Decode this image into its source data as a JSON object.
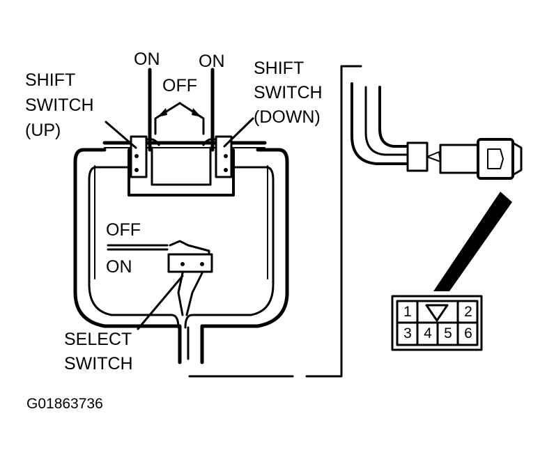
{
  "labels": {
    "on_left": "ON",
    "on_right": "ON",
    "off_top": "OFF",
    "shift_up_line1": "SHIFT",
    "shift_up_line2": "SWITCH",
    "shift_up_line3": "(UP)",
    "shift_down_line1": "SHIFT",
    "shift_down_line2": "SWITCH",
    "shift_down_line3": "(DOWN)",
    "off_select": "OFF",
    "on_select": "ON",
    "select_line1": "SELECT",
    "select_line2": "SWITCH"
  },
  "connector": {
    "pins": [
      "1",
      "2",
      "3",
      "4",
      "5",
      "6"
    ]
  },
  "figure_code": "G01863736"
}
